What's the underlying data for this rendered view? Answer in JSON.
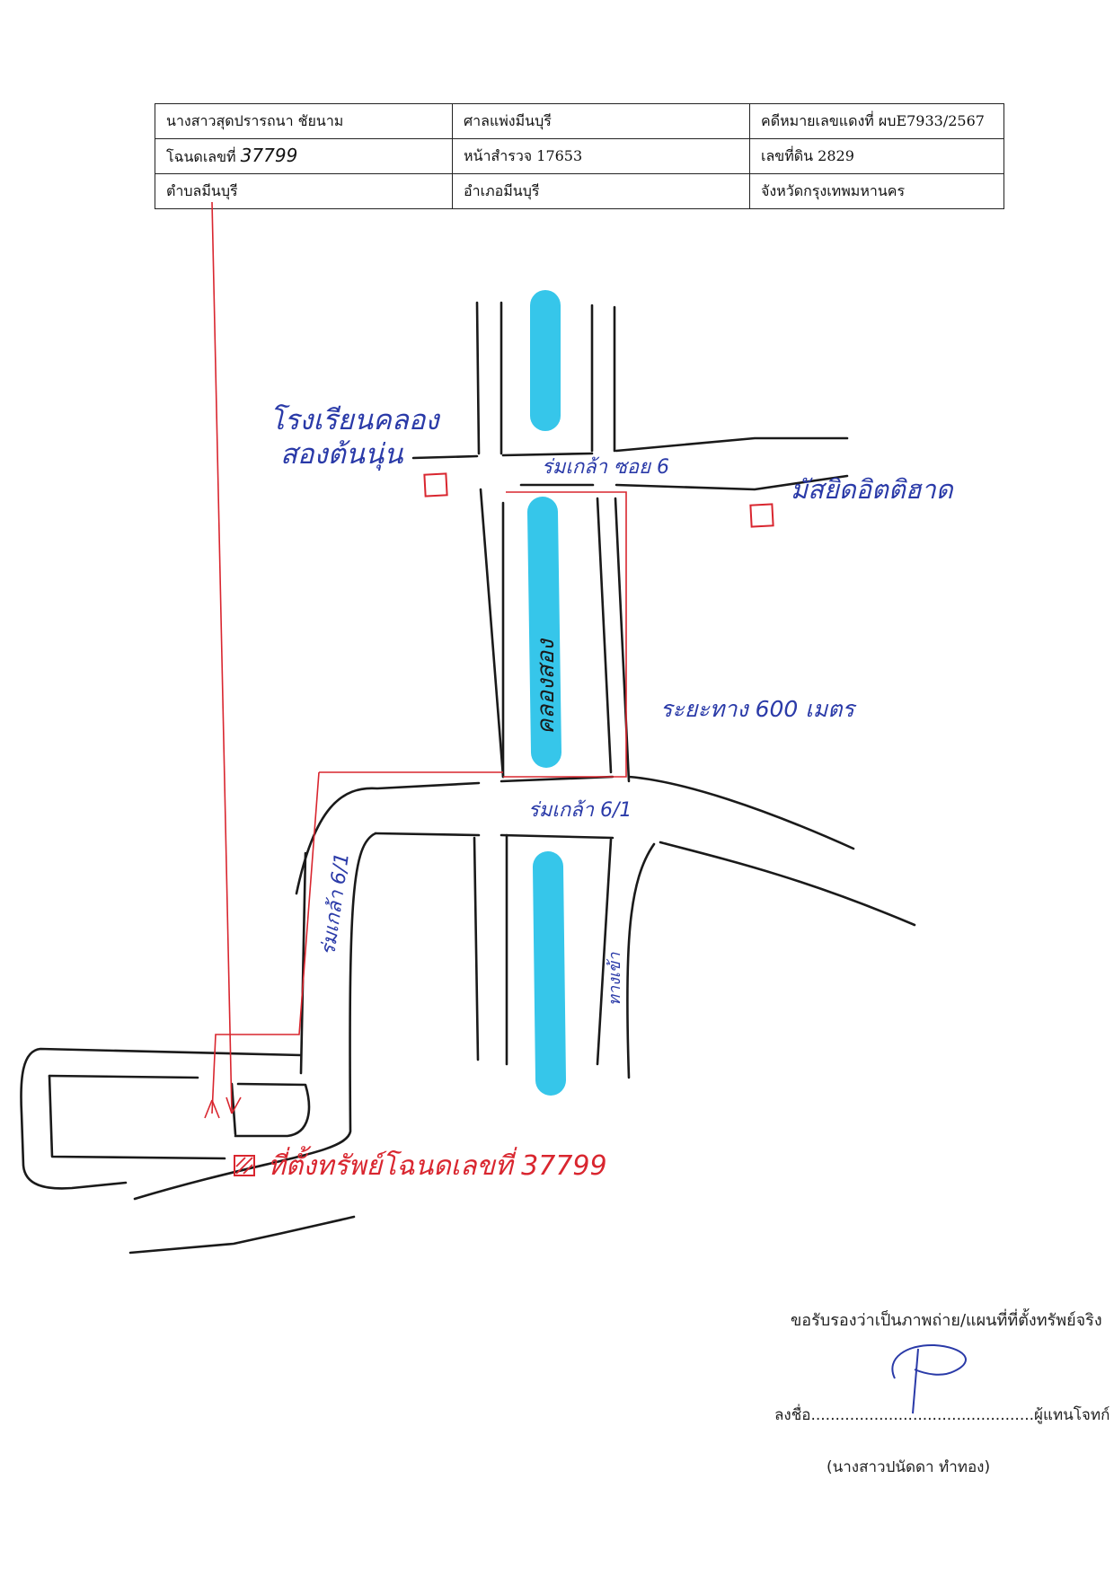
{
  "header": {
    "rows": [
      [
        "นางสาวสุดปรารถนา ชัยนาม",
        "ศาลแพ่งมีนบุรี",
        "คดีหมายเลขแดงที่ ผบE7933/2567"
      ],
      [
        "โฉนดเลขที่ ",
        "หน้าสำรวจ 17653",
        "เลขที่ดิน 2829"
      ],
      [
        "ตำบลมีนบุรี",
        "อำเภอมีนบุรี",
        "จังหวัดกรุงเทพมหานคร"
      ]
    ],
    "deed_number_handwritten": "37799"
  },
  "map": {
    "labels": {
      "school_line1": "โรงเรียนคลอง",
      "school_line2": "สองต้นนุ่น",
      "mosque": "มัสยิดอิตติฮาด",
      "soi_top": "ร่มเกล้า ซอย 6",
      "canal": "คลองสอง",
      "distance": "ระยะทาง 600 เมตร",
      "road_middle": "ร่มเกล้า 6/1",
      "road_left": "ร่มเกล้า 6/1",
      "side_road": "ทางเข้า",
      "property": "ที่ตั้งทรัพย์โฉนดเลขที่ 37799"
    },
    "colors": {
      "road": "#1a1a1a",
      "canal": "#36c6ea",
      "route": "#d9262f",
      "annotation": "#2a3aa8"
    }
  },
  "certification": {
    "statement": "ขอรับรองว่าเป็นภาพถ่าย/แผนที่ที่ตั้งทรัพย์จริง",
    "sign_line": "ลงชื่อ..............................................ผู้แทนโจทก์",
    "signer_name": "(นางสาวปนัดดา ทำทอง)"
  }
}
